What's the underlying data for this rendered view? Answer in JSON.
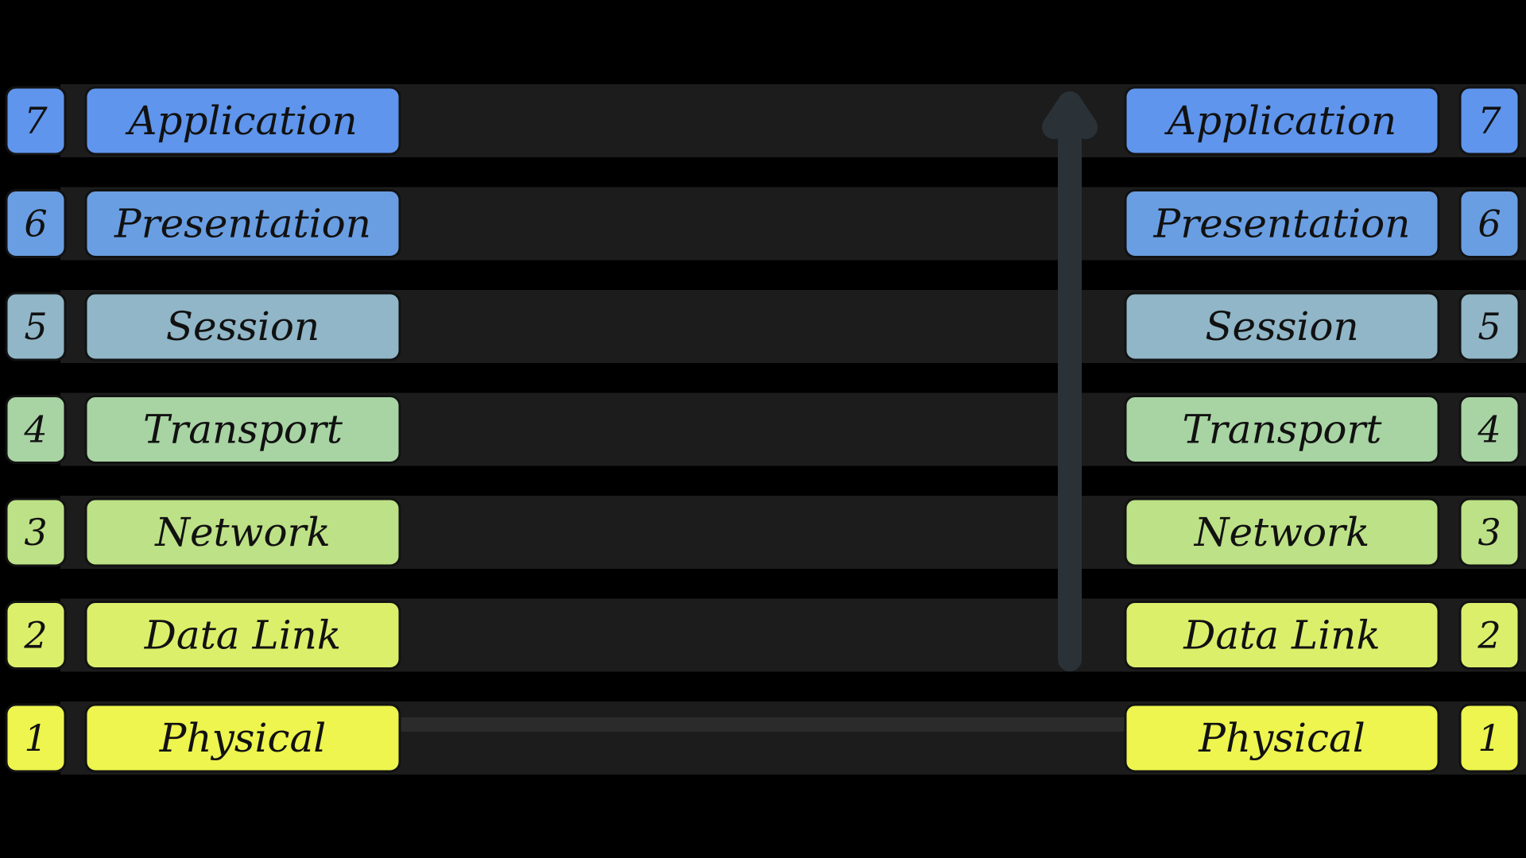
{
  "layers": [
    {
      "number": "7",
      "label": "Application",
      "color": "#5f95ec"
    },
    {
      "number": "6",
      "label": "Presentation",
      "color": "#6a9ee2"
    },
    {
      "number": "5",
      "label": "Session",
      "color": "#90b6c7"
    },
    {
      "number": "4",
      "label": "Transport",
      "color": "#a8d3a3"
    },
    {
      "number": "3",
      "label": "Network",
      "color": "#bde186"
    },
    {
      "number": "2",
      "label": "Data Link",
      "color": "#dcef6b"
    },
    {
      "number": "1",
      "label": "Physical",
      "color": "#edf54e"
    }
  ],
  "background_color": "#000000",
  "band_color": "#1c1c1c",
  "arrow_color": "#2a3238"
}
